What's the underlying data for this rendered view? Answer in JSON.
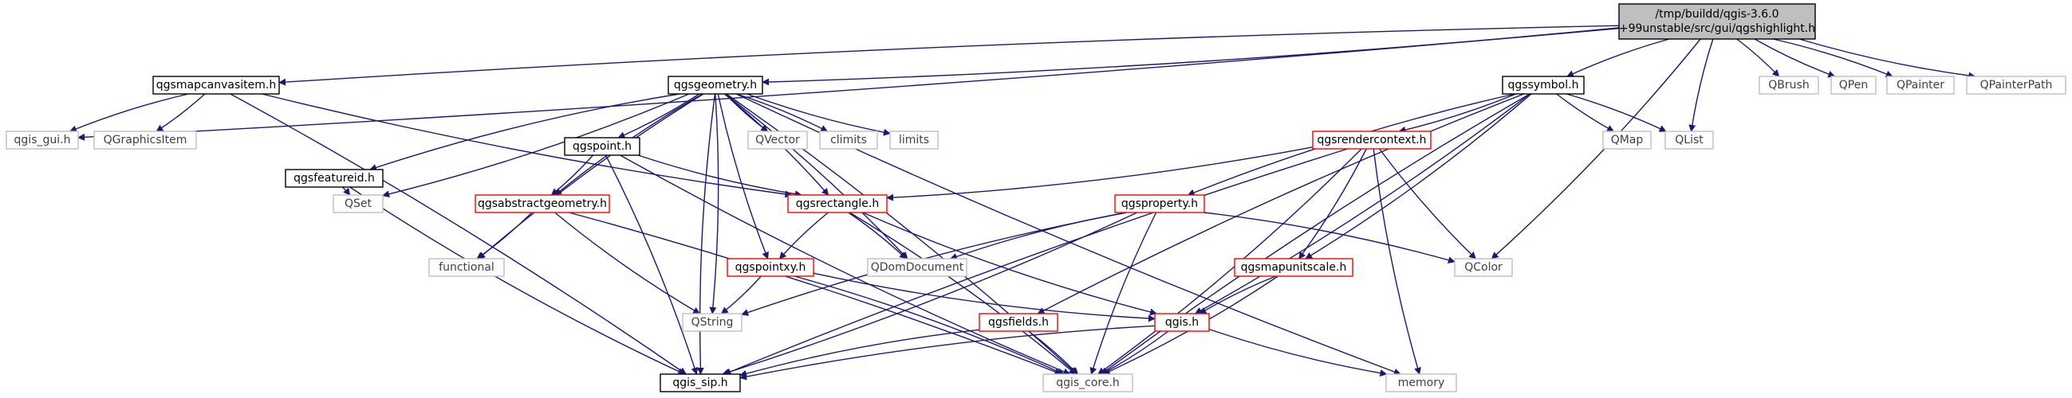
{
  "colors": {
    "edge": "#191970",
    "root_fill": "#bfbfbf",
    "root_border": "#000000",
    "documented_border": "#000000",
    "partial_border": "#ff0000",
    "external_border": "#bfbfbf",
    "text": "#000000",
    "external_text": "#404040"
  },
  "nodes": [
    {
      "id": "root",
      "label_lines": [
        "/tmp/buildd/qgis-3.6.0",
        "+99unstable/src/gui/qgshighlight.h"
      ],
      "kind": "root"
    },
    {
      "id": "qgsmapcanvasitem",
      "label_lines": [
        "qgsmapcanvasitem.h"
      ],
      "kind": "documented"
    },
    {
      "id": "qgsgeometry",
      "label_lines": [
        "qgsgeometry.h"
      ],
      "kind": "documented"
    },
    {
      "id": "qgssymbol",
      "label_lines": [
        "qgssymbol.h"
      ],
      "kind": "documented"
    },
    {
      "id": "qbrush",
      "label_lines": [
        "QBrush"
      ],
      "kind": "external"
    },
    {
      "id": "qpen",
      "label_lines": [
        "QPen"
      ],
      "kind": "external"
    },
    {
      "id": "qpainter",
      "label_lines": [
        "QPainter"
      ],
      "kind": "external"
    },
    {
      "id": "qpainterpath",
      "label_lines": [
        "QPainterPath"
      ],
      "kind": "external"
    },
    {
      "id": "qgis_gui",
      "label_lines": [
        "qgis_gui.h"
      ],
      "kind": "external"
    },
    {
      "id": "qgraphicsitem",
      "label_lines": [
        "QGraphicsItem"
      ],
      "kind": "external"
    },
    {
      "id": "qgsfeatureid",
      "label_lines": [
        "qgsfeatureid.h"
      ],
      "kind": "documented"
    },
    {
      "id": "qgspoint",
      "label_lines": [
        "qgspoint.h"
      ],
      "kind": "documented"
    },
    {
      "id": "qvector",
      "label_lines": [
        "QVector"
      ],
      "kind": "external"
    },
    {
      "id": "climits",
      "label_lines": [
        "climits"
      ],
      "kind": "external"
    },
    {
      "id": "limits",
      "label_lines": [
        "limits"
      ],
      "kind": "external"
    },
    {
      "id": "qgsrendercontext",
      "label_lines": [
        "qgsrendercontext.h"
      ],
      "kind": "partial"
    },
    {
      "id": "qmap",
      "label_lines": [
        "QMap"
      ],
      "kind": "external"
    },
    {
      "id": "qlist",
      "label_lines": [
        "QList"
      ],
      "kind": "external"
    },
    {
      "id": "qset",
      "label_lines": [
        "QSet"
      ],
      "kind": "external"
    },
    {
      "id": "qgsabstractgeometry",
      "label_lines": [
        "qgsabstractgeometry.h"
      ],
      "kind": "partial"
    },
    {
      "id": "qgsrectangle",
      "label_lines": [
        "qgsrectangle.h"
      ],
      "kind": "partial"
    },
    {
      "id": "qgsproperty",
      "label_lines": [
        "qgsproperty.h"
      ],
      "kind": "partial"
    },
    {
      "id": "functional",
      "label_lines": [
        "functional"
      ],
      "kind": "external"
    },
    {
      "id": "qdomdocument",
      "label_lines": [
        "QDomDocument"
      ],
      "kind": "external"
    },
    {
      "id": "qcolor",
      "label_lines": [
        "QColor"
      ],
      "kind": "external"
    },
    {
      "id": "qgspointxy",
      "label_lines": [
        "qgspointxy.h"
      ],
      "kind": "partial"
    },
    {
      "id": "qgsmapunitscale",
      "label_lines": [
        "qgsmapunitscale.h"
      ],
      "kind": "partial"
    },
    {
      "id": "qstring",
      "label_lines": [
        "QString"
      ],
      "kind": "external"
    },
    {
      "id": "qgsfields",
      "label_lines": [
        "qgsfields.h"
      ],
      "kind": "partial"
    },
    {
      "id": "qgis",
      "label_lines": [
        "qgis.h"
      ],
      "kind": "partial"
    },
    {
      "id": "qgis_sip",
      "label_lines": [
        "qgis_sip.h"
      ],
      "kind": "documented"
    },
    {
      "id": "qgis_core",
      "label_lines": [
        "qgis_core.h"
      ],
      "kind": "external"
    },
    {
      "id": "memory",
      "label_lines": [
        "memory"
      ],
      "kind": "external"
    }
  ],
  "edges": [
    [
      "root",
      "qgsmapcanvasitem"
    ],
    [
      "root",
      "qgsgeometry"
    ],
    [
      "root",
      "qgssymbol"
    ],
    [
      "root",
      "qbrush"
    ],
    [
      "root",
      "qpen"
    ],
    [
      "root",
      "qpainter"
    ],
    [
      "root",
      "qpainterpath"
    ],
    [
      "root",
      "qgis_gui"
    ],
    [
      "root",
      "qlist"
    ],
    [
      "root",
      "qcolor"
    ],
    [
      "qgsmapcanvasitem",
      "qgis_gui"
    ],
    [
      "qgsmapcanvasitem",
      "qgraphicsitem"
    ],
    [
      "qgsmapcanvasitem",
      "qgsrectangle"
    ],
    [
      "qgsmapcanvasitem",
      "qgis_sip"
    ],
    [
      "qgsgeometry",
      "qgsfeatureid"
    ],
    [
      "qgsgeometry",
      "qgspoint"
    ],
    [
      "qgsgeometry",
      "qvector"
    ],
    [
      "qgsgeometry",
      "climits"
    ],
    [
      "qgsgeometry",
      "limits"
    ],
    [
      "qgsgeometry",
      "qset"
    ],
    [
      "qgsgeometry",
      "qgsabstractgeometry"
    ],
    [
      "qgsgeometry",
      "qgsrectangle"
    ],
    [
      "qgsgeometry",
      "functional"
    ],
    [
      "qgsgeometry",
      "qdomdocument"
    ],
    [
      "qgsgeometry",
      "qgspointxy"
    ],
    [
      "qgsgeometry",
      "qstring"
    ],
    [
      "qgsgeometry",
      "qgis_sip"
    ],
    [
      "qgsgeometry",
      "qgis_core"
    ],
    [
      "qgsgeometry",
      "memory"
    ],
    [
      "qgssymbol",
      "qgsrendercontext"
    ],
    [
      "qgssymbol",
      "qmap"
    ],
    [
      "qgssymbol",
      "qlist"
    ],
    [
      "qgssymbol",
      "qgsproperty"
    ],
    [
      "qgssymbol",
      "qgsmapunitscale"
    ],
    [
      "qgssymbol",
      "qgsfields"
    ],
    [
      "qgssymbol",
      "qgis"
    ],
    [
      "qgssymbol",
      "qgis_core"
    ],
    [
      "qgsfeatureid",
      "qset"
    ],
    [
      "qgsfeatureid",
      "qgis_sip"
    ],
    [
      "qgspoint",
      "qgsabstractgeometry"
    ],
    [
      "qgspoint",
      "qgsrectangle"
    ],
    [
      "qgspoint",
      "qgis_sip"
    ],
    [
      "qgspoint",
      "qgis_core"
    ],
    [
      "qgsrendercontext",
      "qgsrectangle"
    ],
    [
      "qgsrendercontext",
      "qcolor"
    ],
    [
      "qgsrendercontext",
      "qgsmapunitscale"
    ],
    [
      "qgsrendercontext",
      "qgis_sip"
    ],
    [
      "qgsrendercontext",
      "qgis_core"
    ],
    [
      "qgsrendercontext",
      "memory"
    ],
    [
      "qgsabstractgeometry",
      "functional"
    ],
    [
      "qgsabstractgeometry",
      "qstring"
    ],
    [
      "qgsabstractgeometry",
      "qgis_core"
    ],
    [
      "qgsrectangle",
      "qgspointxy"
    ],
    [
      "qgsrectangle",
      "qdomdocument"
    ],
    [
      "qgsrectangle",
      "qgis"
    ],
    [
      "qgsrectangle",
      "qgis_core"
    ],
    [
      "qgsproperty",
      "qdomdocument"
    ],
    [
      "qgsproperty",
      "qcolor"
    ],
    [
      "qgsproperty",
      "qstring"
    ],
    [
      "qgsproperty",
      "qgis_sip"
    ],
    [
      "qgsproperty",
      "qgis_core"
    ],
    [
      "qgspointxy",
      "qstring"
    ],
    [
      "qgspointxy",
      "qgis"
    ],
    [
      "qgspointxy",
      "qgis_core"
    ],
    [
      "qgsmapunitscale",
      "qgis"
    ],
    [
      "qgsmapunitscale",
      "qgis_core"
    ],
    [
      "qgsfields",
      "qgis_sip"
    ],
    [
      "qgsfields",
      "qgis_core"
    ],
    [
      "qgis",
      "qgis_sip"
    ],
    [
      "qgis",
      "qgis_core"
    ],
    [
      "qgis",
      "memory"
    ]
  ]
}
